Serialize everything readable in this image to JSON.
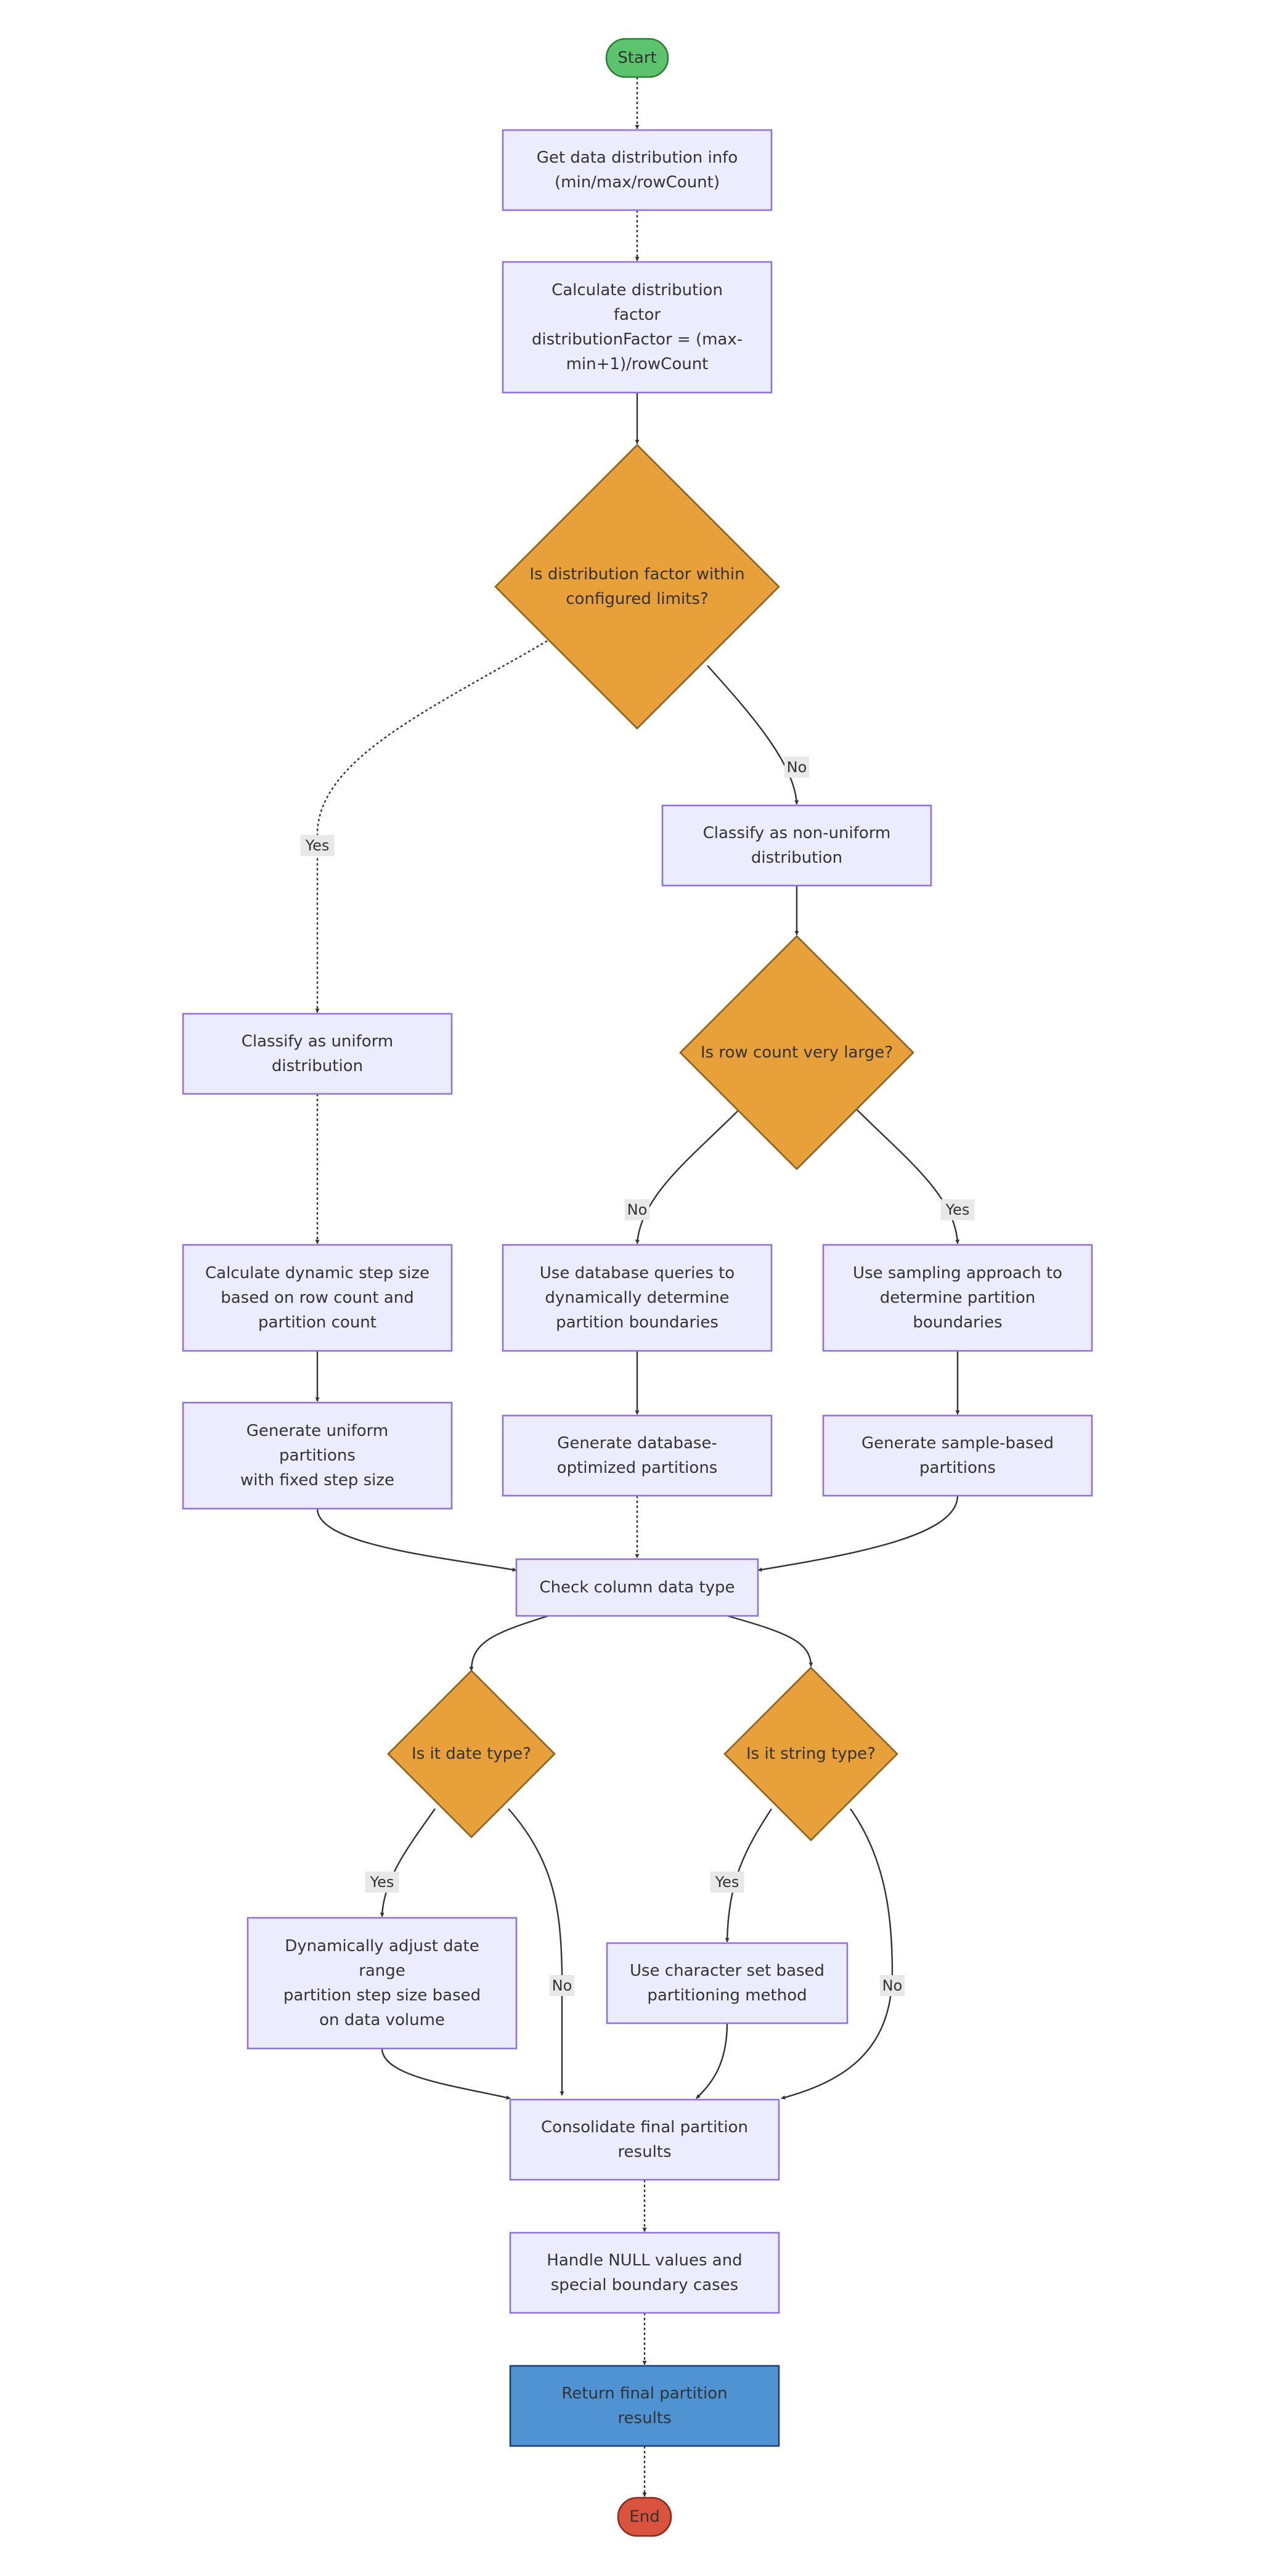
{
  "colors": {
    "process_fill": "#ececff",
    "process_stroke": "#9370db",
    "decision_fill": "#e8a03a",
    "decision_stroke": "#8a6220",
    "start_fill": "#5cc46e",
    "start_stroke": "#2e7d3a",
    "end_fill": "#d9533f",
    "end_stroke": "#8b2a1c",
    "final_fill": "#4f93d3",
    "final_stroke": "#1f3f78",
    "edge": "#333333",
    "label_bg": "#e8e8e8"
  },
  "nodes": {
    "start": {
      "lines": [
        "Start"
      ]
    },
    "get_info": {
      "lines": [
        "Get data distribution info",
        "(min/max/rowCount)"
      ]
    },
    "calc_factor": {
      "lines": [
        "Calculate distribution",
        "factor",
        "distributionFactor = (max-",
        "min+1)/rowCount"
      ]
    },
    "is_within": {
      "lines": [
        "Is distribution factor within",
        "configured limits?"
      ]
    },
    "non_uniform": {
      "lines": [
        "Classify as non-uniform",
        "distribution"
      ]
    },
    "uniform": {
      "lines": [
        "Classify as uniform",
        "distribution"
      ]
    },
    "is_large": {
      "lines": [
        "Is row count very large?"
      ]
    },
    "calc_step": {
      "lines": [
        "Calculate dynamic step size",
        "based on row count and",
        "partition count"
      ]
    },
    "db_queries": {
      "lines": [
        "Use database queries to",
        "dynamically determine",
        "partition boundaries"
      ]
    },
    "sampling": {
      "lines": [
        "Use sampling approach to",
        "determine partition",
        "boundaries"
      ]
    },
    "gen_uniform": {
      "lines": [
        "Generate uniform",
        "partitions",
        "with fixed step size"
      ]
    },
    "gen_db": {
      "lines": [
        "Generate database-",
        "optimized partitions"
      ]
    },
    "gen_sample": {
      "lines": [
        "Generate sample-based",
        "partitions"
      ]
    },
    "check_type": {
      "lines": [
        "Check column data type"
      ]
    },
    "is_date": {
      "lines": [
        "Is it date type?"
      ]
    },
    "is_string": {
      "lines": [
        "Is it string type?"
      ]
    },
    "date_adjust": {
      "lines": [
        "Dynamically adjust date",
        "range",
        "partition step size based",
        "on data volume"
      ]
    },
    "charset": {
      "lines": [
        "Use character set based",
        "partitioning method"
      ]
    },
    "consolidate": {
      "lines": [
        "Consolidate final partition",
        "results"
      ]
    },
    "handle_null": {
      "lines": [
        "Handle NULL values and",
        "special boundary cases"
      ]
    },
    "return_final": {
      "lines": [
        "Return final partition",
        "results"
      ]
    },
    "end": {
      "lines": [
        "End"
      ]
    }
  },
  "edge_labels": {
    "within_yes": "Yes",
    "within_no": "No",
    "large_no": "No",
    "large_yes": "Yes",
    "date_yes": "Yes",
    "date_no": "No",
    "string_yes": "Yes",
    "string_no": "No"
  }
}
